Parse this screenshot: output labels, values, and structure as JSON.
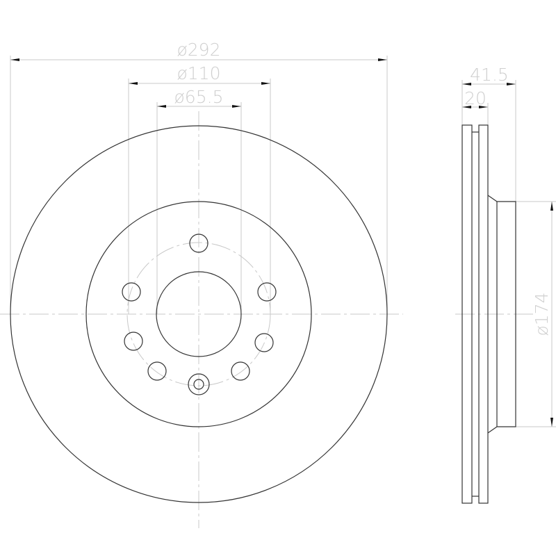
{
  "drawing": {
    "title": "Brake disc technical drawing",
    "front_view": {
      "dimensions": {
        "outer_diameter": "ø292",
        "pcd_diameter": "ø110",
        "center_bore_diameter": "ø65.5"
      },
      "bolt_holes": 8,
      "center_hole_with_threaded_marker": true
    },
    "side_view": {
      "dimensions": {
        "total_height": "41.5",
        "disc_thickness": "20",
        "hub_diameter": "ø174"
      },
      "type": "ventilated"
    },
    "colors": {
      "part_line": "#333333",
      "dimension_line": "#c8c8c8",
      "dimension_text": "#cfcfcf",
      "arrow": "#111111"
    }
  }
}
